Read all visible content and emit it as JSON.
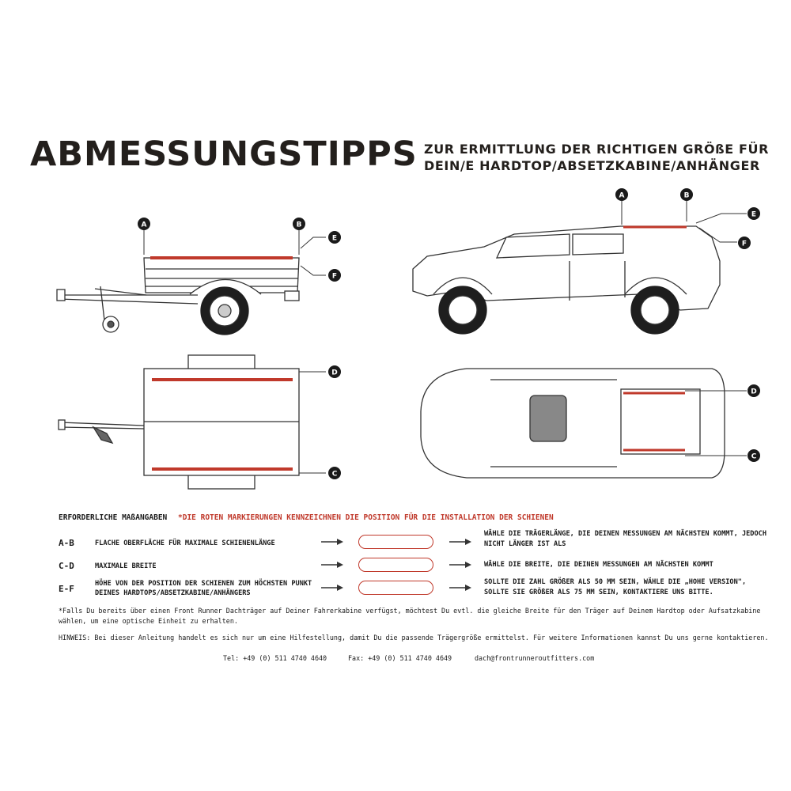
{
  "title": "ABMESSUNGSTIPPS",
  "subtitle": {
    "line1": "ZUR ERMITTLUNG DER RICHTIGEN GRÖßE FÜR",
    "line2": "DEIN/E HARDTOP/ABSETZKABINE/ANHÄNGER"
  },
  "markers": {
    "a": "A",
    "b": "B",
    "c": "C",
    "d": "D",
    "e": "E",
    "f": "F"
  },
  "colors": {
    "accent_red": "#c0392b",
    "marker_bg": "#1a1a1a",
    "ink": "#231f1c"
  },
  "requirements": {
    "label": "ERFORDERLICHE MAßANGABEN",
    "note_red": "*DIE ROTEN MARKIERUNGEN KENNZEICHNEN DIE POSITION FÜR DIE INSTALLATION DER SCHIENEN"
  },
  "rows": [
    {
      "code": "A-B",
      "description": "FLACHE OBERFLÄCHE FÜR MAXIMALE SCHIENENLÄNGE",
      "result": "WÄHLE DIE TRÄGERLÄNGE, DIE DEINEN MESSUNGEN AM NÄCHSTEN KOMMT, JEDOCH NICHT LÄNGER IST ALS"
    },
    {
      "code": "C-D",
      "description": "MAXIMALE BREITE",
      "result": "WÄHLE DIE BREITE, DIE DEINEN MESSUNGEN AM NÄCHSTEN KOMMT"
    },
    {
      "code": "E-F",
      "description": "HÖHE VON DER POSITION DER SCHIENEN ZUM HÖCHSTEN PUNKT DEINES HARDTOPS/ABSETZKABINE/ANHÄNGERS",
      "result": "SOLLTE DIE ZAHL GRÖßER ALS 50 MM SEIN, WÄHLE DIE „HOHE VERSION\", SOLLTE SIE GRÖßER ALS 75 MM SEIN, KONTAKTIERE UNS BITTE."
    }
  ],
  "footnote": "*Falls Du bereits über einen Front Runner Dachträger auf Deiner Fahrerkabine verfügst, möchtest Du evtl. die gleiche Breite für den Träger auf Deinem Hardtop oder Aufsatzkabine wählen, um eine optische Einheit zu erhalten.",
  "hint": "HINWEIS: Bei dieser Anleitung handelt es sich nur um eine Hilfestellung, damit Du die passende Trägergröße ermittelst. Für weitere Informationen kannst Du uns gerne kontaktieren.",
  "contact": {
    "tel": "Tel: +49 (0) 511 4740 4640",
    "fax": "Fax: +49 (0) 511 4740 4649",
    "email": "dach@frontrunneroutfitters.com"
  }
}
